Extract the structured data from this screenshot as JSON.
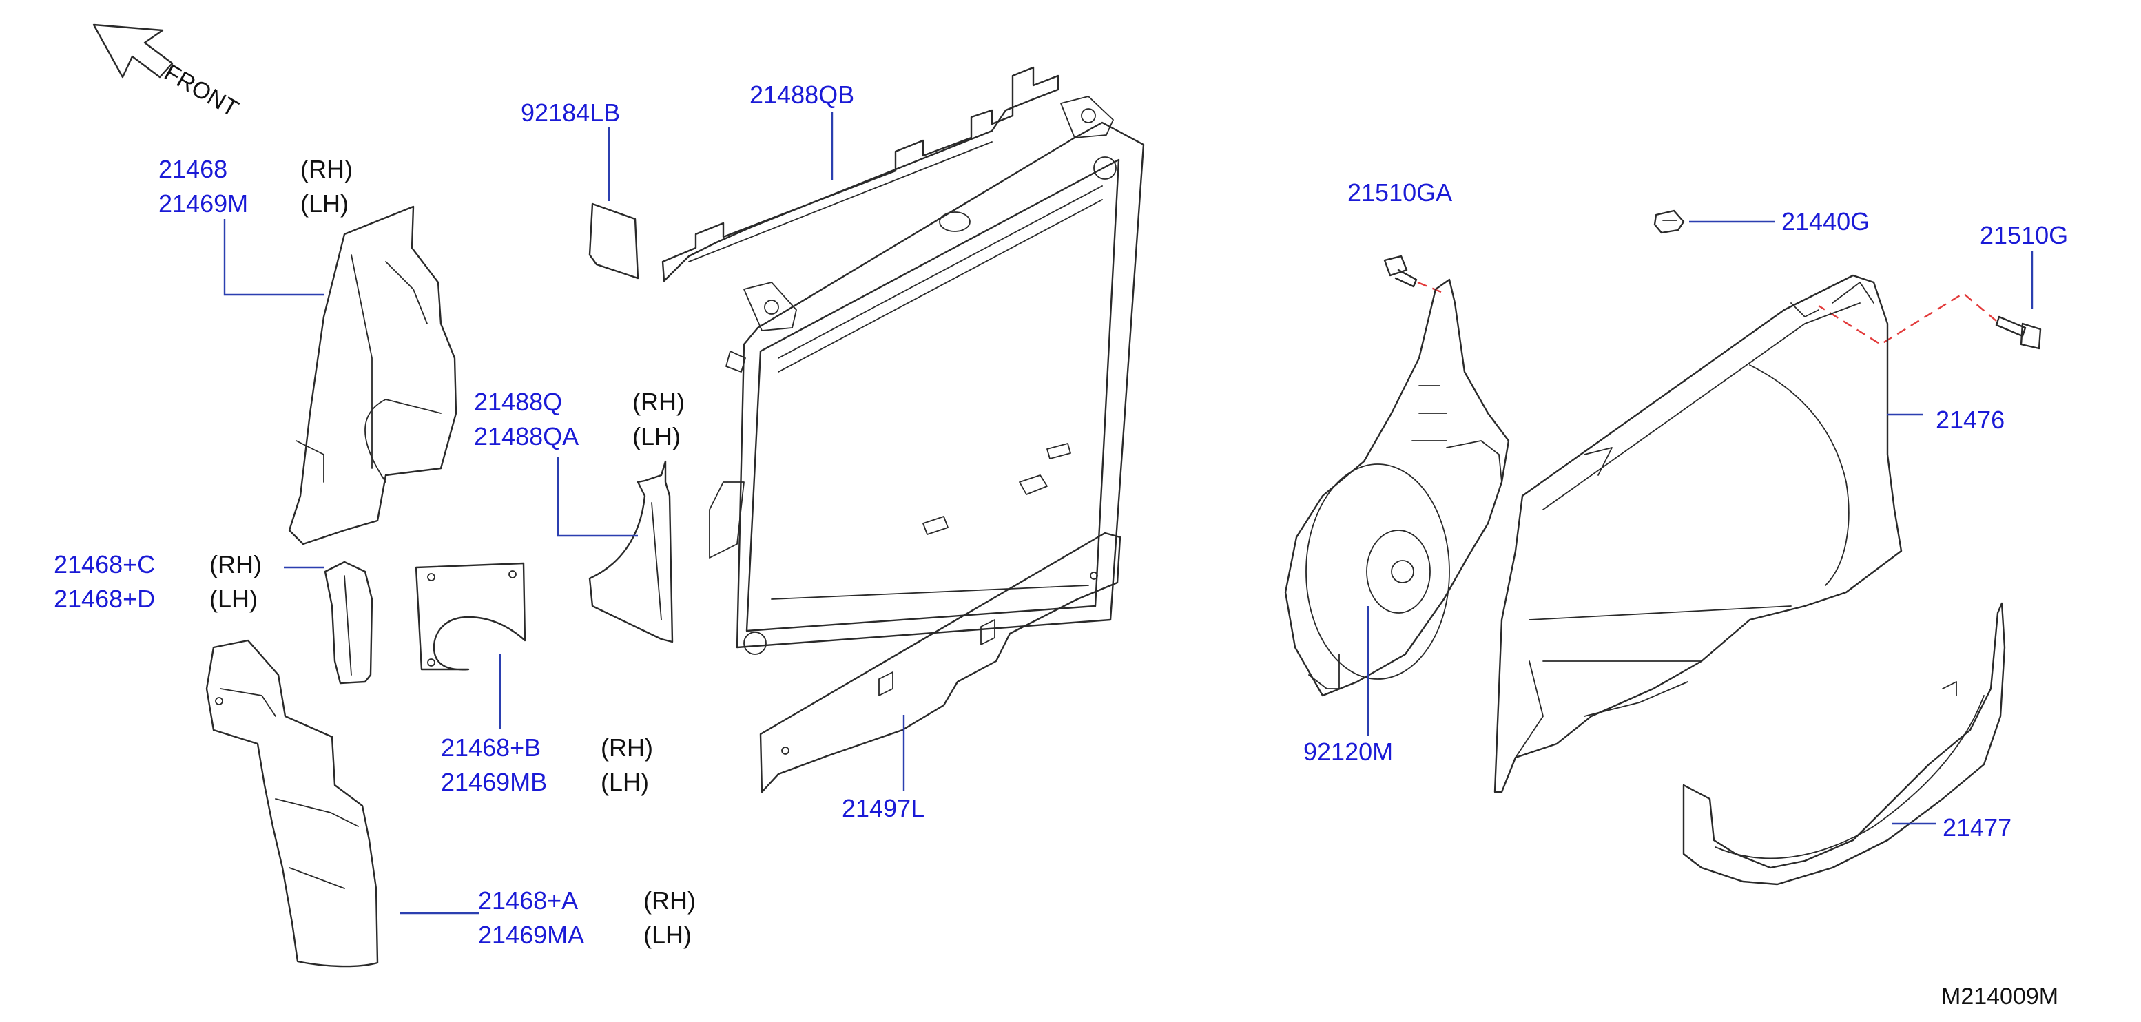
{
  "orientation": {
    "front_label": "FRONT"
  },
  "labels": {
    "air_guide_upper": {
      "pn_rh": "21468",
      "side_rh": "(RH)",
      "pn_lh": "21469M",
      "side_lh": "(LH)"
    },
    "seal_c": {
      "pn_rh": "21468+C",
      "side_rh": "(RH)",
      "pn_lh": "21468+D",
      "side_lh": "(LH)"
    },
    "seal_b": {
      "pn_rh": "21468+B",
      "side_rh": "(RH)",
      "pn_lh": "21469MB",
      "side_lh": "(LH)"
    },
    "air_guide_lower": {
      "pn_rh": "21468+A",
      "side_rh": "(RH)",
      "pn_lh": "21469MA",
      "side_lh": "(LH)"
    },
    "side_seal": {
      "pn_rh": "21488Q",
      "side_rh": "(RH)",
      "pn_lh": "21488QA",
      "side_lh": "(LH)"
    },
    "label_plate": {
      "pn": "92184LB"
    },
    "upper_seal": {
      "pn": "21488QB"
    },
    "lower_seal": {
      "pn": "21497L"
    },
    "bolt_fan": {
      "pn": "21510GA"
    },
    "clip": {
      "pn": "21440G"
    },
    "bolt_shroud": {
      "pn": "21510G"
    },
    "shroud_upper": {
      "pn": "21476"
    },
    "fan_motor": {
      "pn": "92120M"
    },
    "shroud_lower": {
      "pn": "21477"
    }
  },
  "diagram_code": "M214009M",
  "colors": {
    "part_number": "#1a1ad6",
    "leader": "#2b3fb0",
    "outline": "#2a2a2a",
    "hidden_line": "#e23a3a"
  }
}
